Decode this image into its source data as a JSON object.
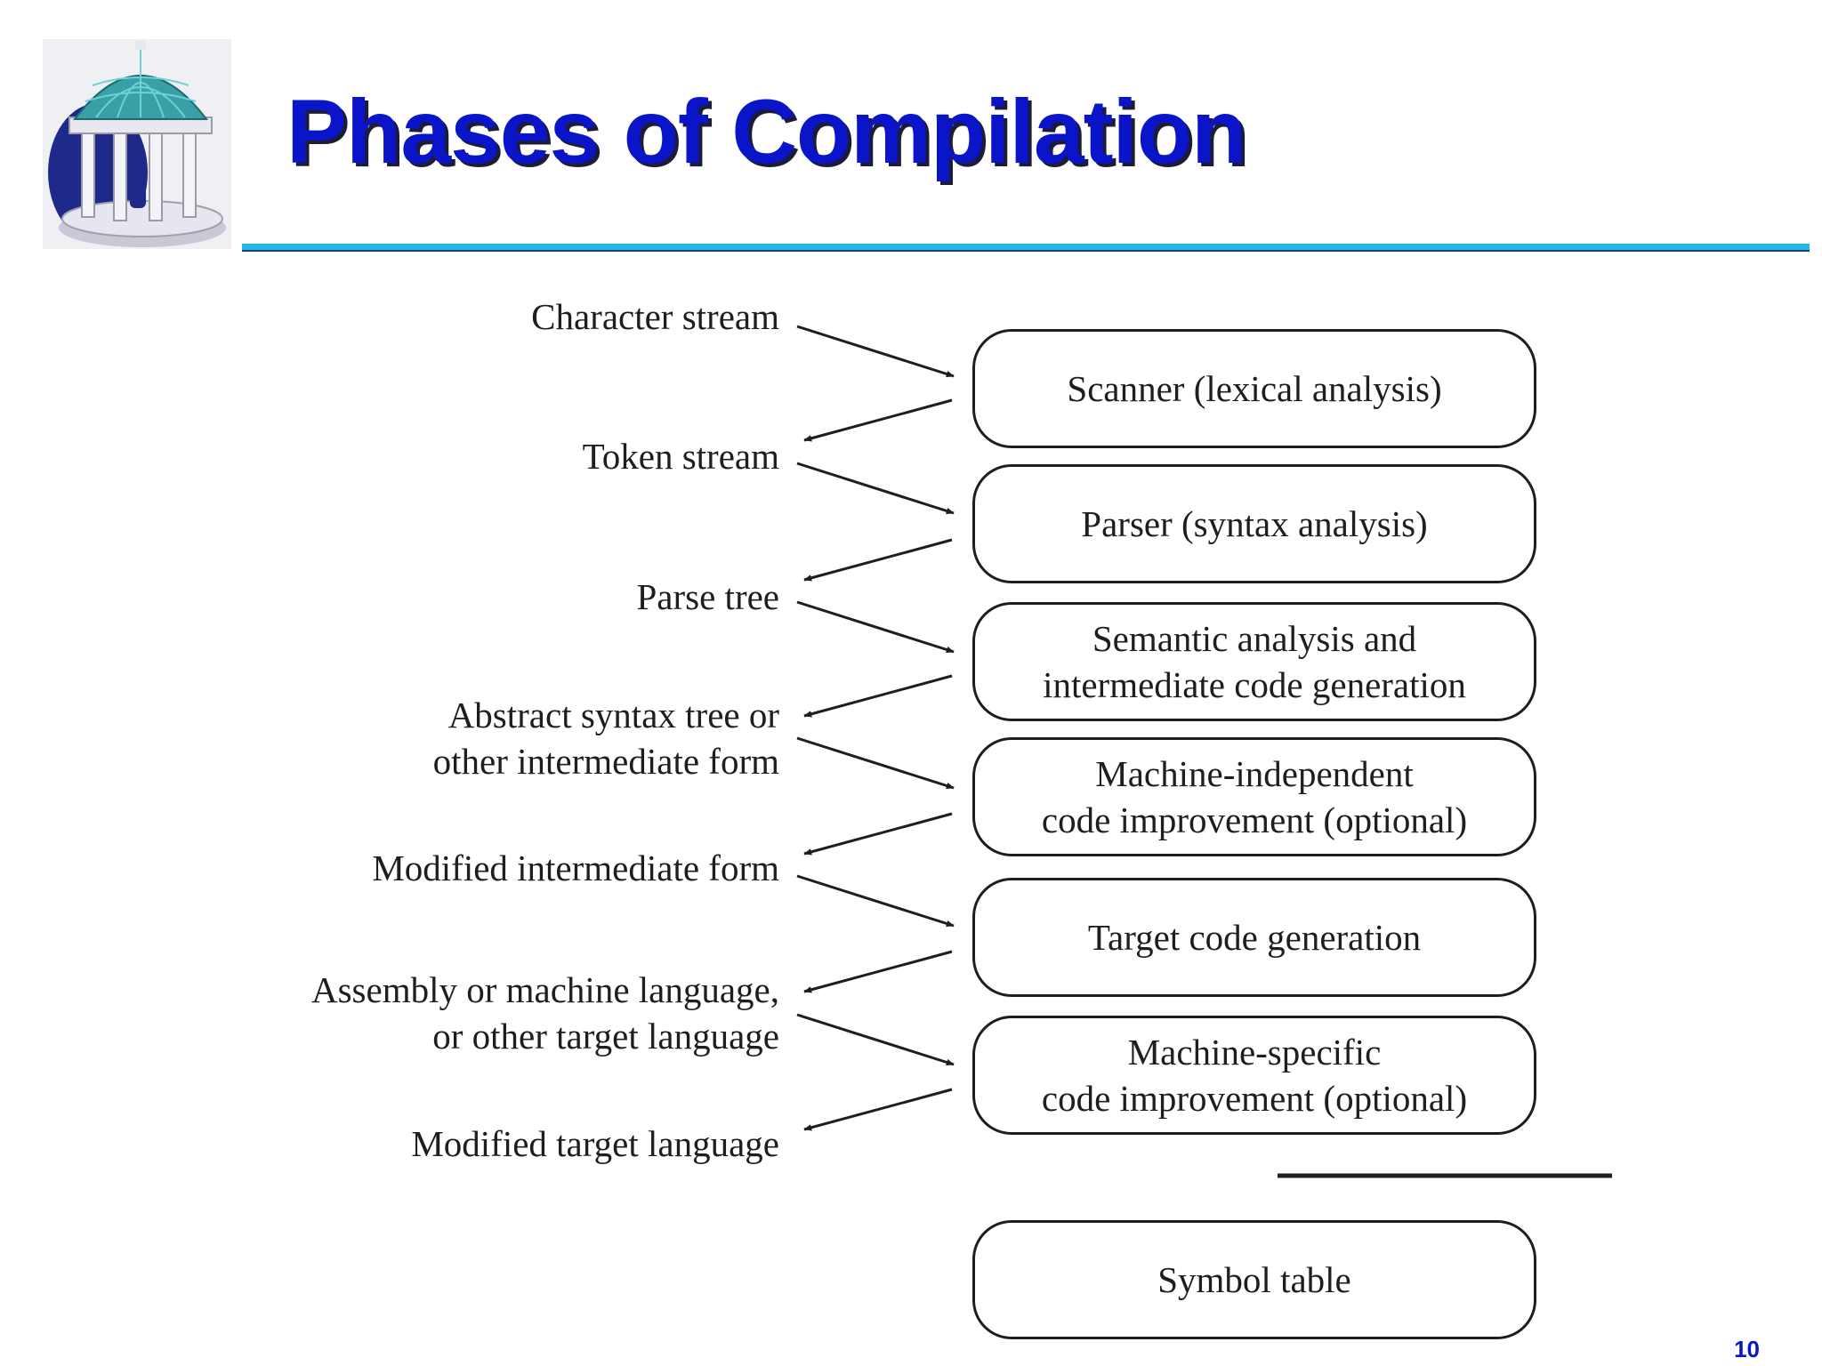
{
  "slide": {
    "title": "Phases of Compilation",
    "page_number": "10",
    "logo_icon": "old-well-rotunda-icon",
    "title_color": "#0a14c8",
    "rule_color": "#20b8ec"
  },
  "diagram": {
    "data_forms": [
      {
        "lines": [
          "Character stream"
        ]
      },
      {
        "lines": [
          "Token stream"
        ]
      },
      {
        "lines": [
          "Parse tree"
        ]
      },
      {
        "lines": [
          "Abstract syntax tree or",
          "other intermediate form"
        ]
      },
      {
        "lines": [
          "Modified intermediate form"
        ]
      },
      {
        "lines": [
          "Assembly or machine language,",
          "or other target language"
        ]
      },
      {
        "lines": [
          "Modified target language"
        ]
      }
    ],
    "phases": [
      {
        "lines": [
          "Scanner (lexical analysis)"
        ]
      },
      {
        "lines": [
          "Parser (syntax analysis)"
        ]
      },
      {
        "lines": [
          "Semantic analysis and",
          "intermediate code generation"
        ]
      },
      {
        "lines": [
          "Machine-independent",
          "code improvement (optional)"
        ]
      },
      {
        "lines": [
          "Target code generation"
        ]
      },
      {
        "lines": [
          "Machine-specific",
          "code improvement (optional)"
        ]
      }
    ],
    "symbol_table": {
      "lines": [
        "Symbol table"
      ]
    }
  }
}
